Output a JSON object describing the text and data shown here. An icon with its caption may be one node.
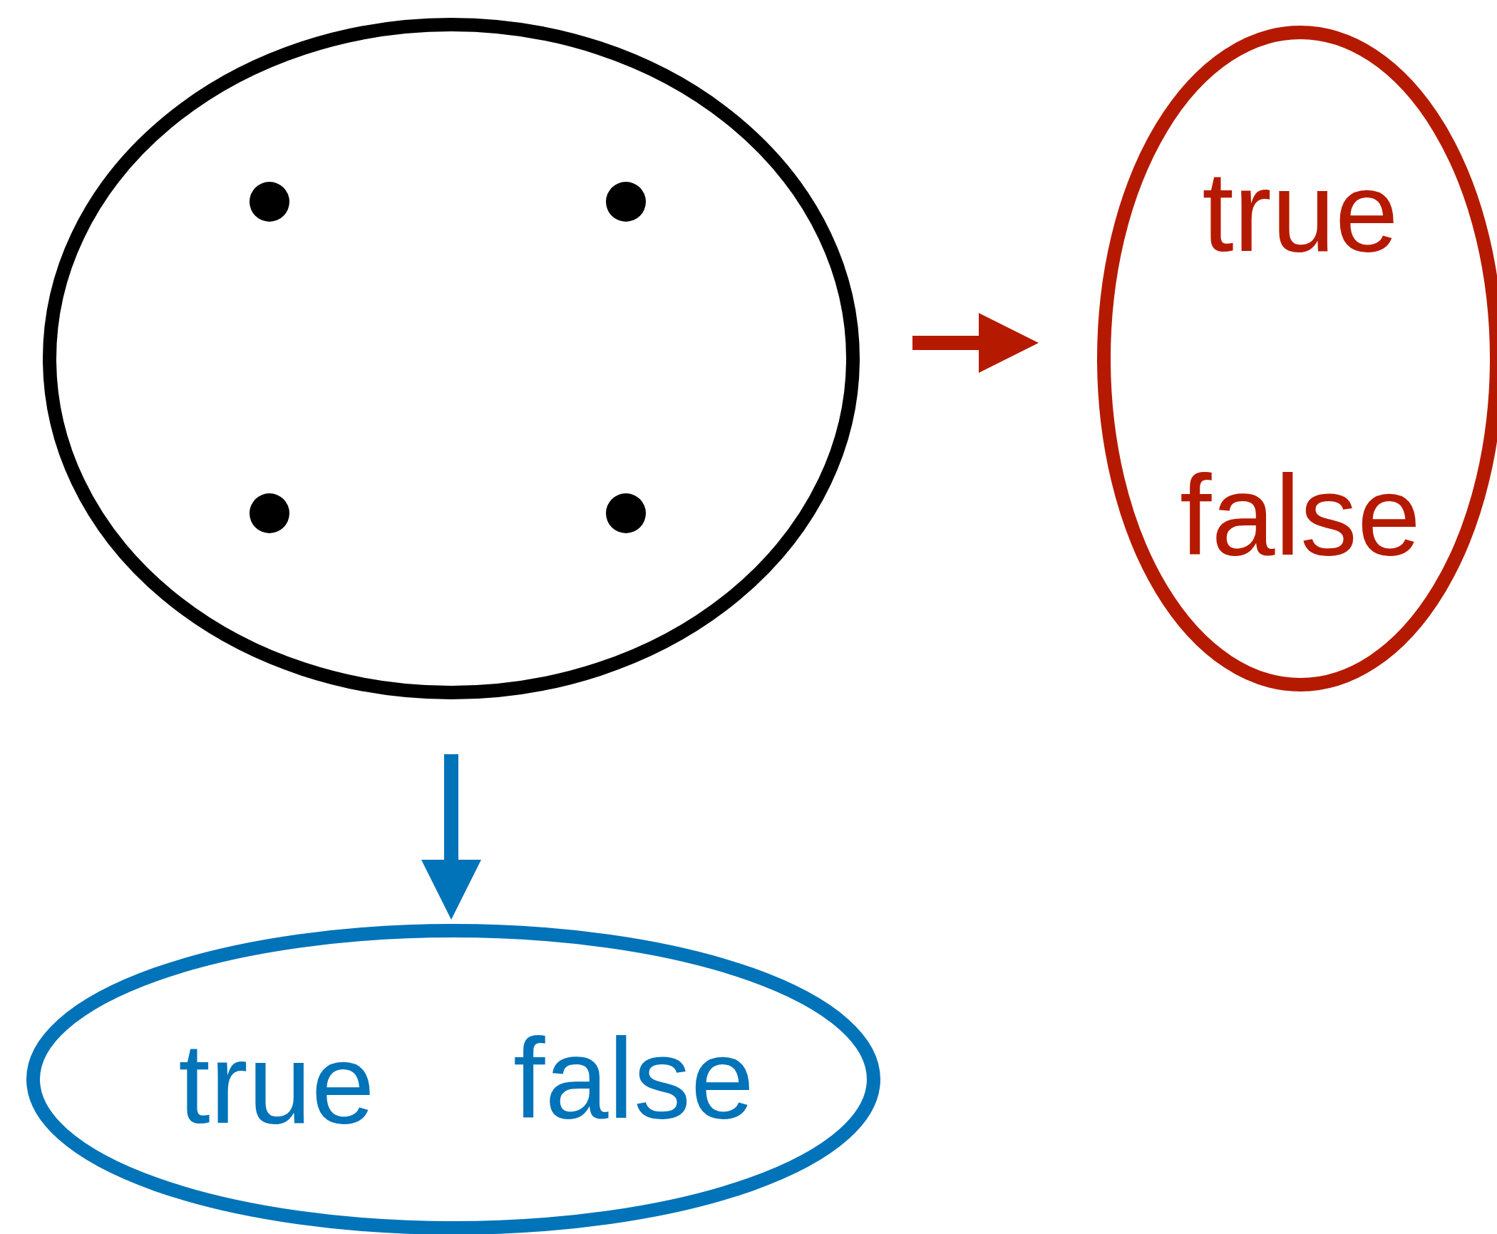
{
  "diagram": {
    "nodes": [
      {
        "text": [],
        "shape": "ellipse"
      },
      {
        "text": [],
        "shape": "circle",
        "in": 0
      },
      {
        "text": [],
        "shape": "circle",
        "in": 0
      },
      {
        "text": [],
        "shape": "circle",
        "in": 0
      },
      {
        "text": [],
        "shape": "circle",
        "in": 0
      },
      {
        "text": [
          "true",
          "false"
        ]
      },
      {
        "text": [
          "true",
          "false"
        ]
      }
    ],
    "edges": [
      {
        "from": 0,
        "to": 5,
        "arrow": "to",
        "color": "#b51a00"
      },
      {
        "from": 0,
        "to": 6,
        "arrow": "to",
        "color": "#0073b9"
      }
    ]
  }
}
